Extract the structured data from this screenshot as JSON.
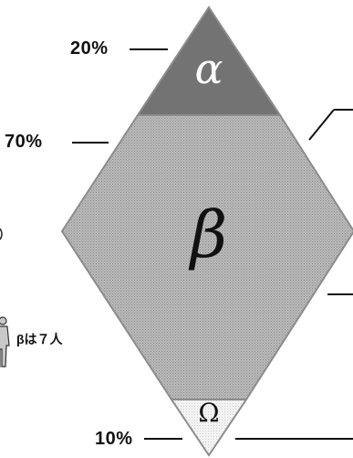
{
  "segments": {
    "alpha": {
      "symbol": "α",
      "percent": "20%",
      "fill": "#737373"
    },
    "beta": {
      "symbol": "β",
      "percent": "70%",
      "fill": "#b9b9b9"
    },
    "omega": {
      "symbol": "Ω",
      "percent": "10%",
      "fill": "#f3f3f3"
    }
  },
  "note": {
    "text": "βは７人"
  },
  "colors": {
    "outline": "#8c8c8c",
    "text": "#111111",
    "white": "#ffffff"
  }
}
